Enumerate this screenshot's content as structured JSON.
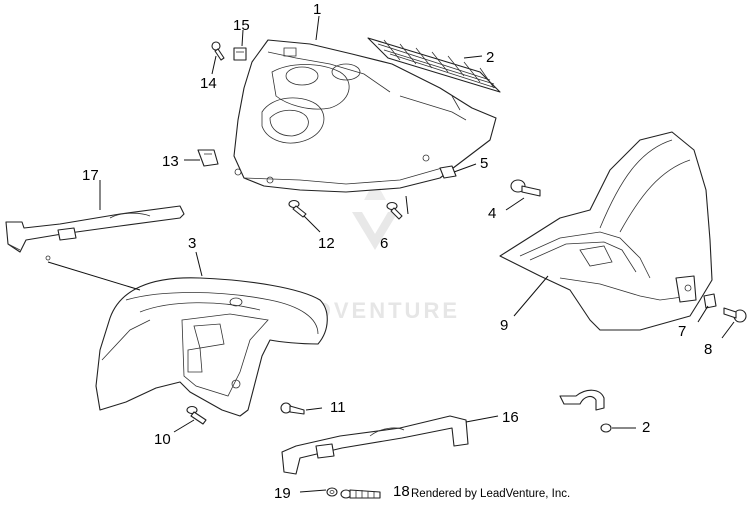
{
  "callouts": [
    {
      "id": "c1",
      "label": "1"
    },
    {
      "id": "c2",
      "label": "2"
    },
    {
      "id": "c15",
      "label": "15"
    },
    {
      "id": "c14",
      "label": "14"
    },
    {
      "id": "c13",
      "label": "13"
    },
    {
      "id": "c5",
      "label": "5"
    },
    {
      "id": "c17",
      "label": "17"
    },
    {
      "id": "c4",
      "label": "4"
    },
    {
      "id": "c12",
      "label": "12"
    },
    {
      "id": "c6",
      "label": "6"
    },
    {
      "id": "c3",
      "label": "3"
    },
    {
      "id": "c9",
      "label": "9"
    },
    {
      "id": "c7",
      "label": "7"
    },
    {
      "id": "c8",
      "label": "8"
    },
    {
      "id": "c11",
      "label": "11"
    },
    {
      "id": "c10",
      "label": "10"
    },
    {
      "id": "c16",
      "label": "16"
    },
    {
      "id": "c2b",
      "label": "2"
    },
    {
      "id": "c19",
      "label": "19"
    },
    {
      "id": "c18",
      "label": "18"
    }
  ],
  "credit": "Rendered by LeadVenture, Inc.",
  "watermark": "LEADVENTURE"
}
